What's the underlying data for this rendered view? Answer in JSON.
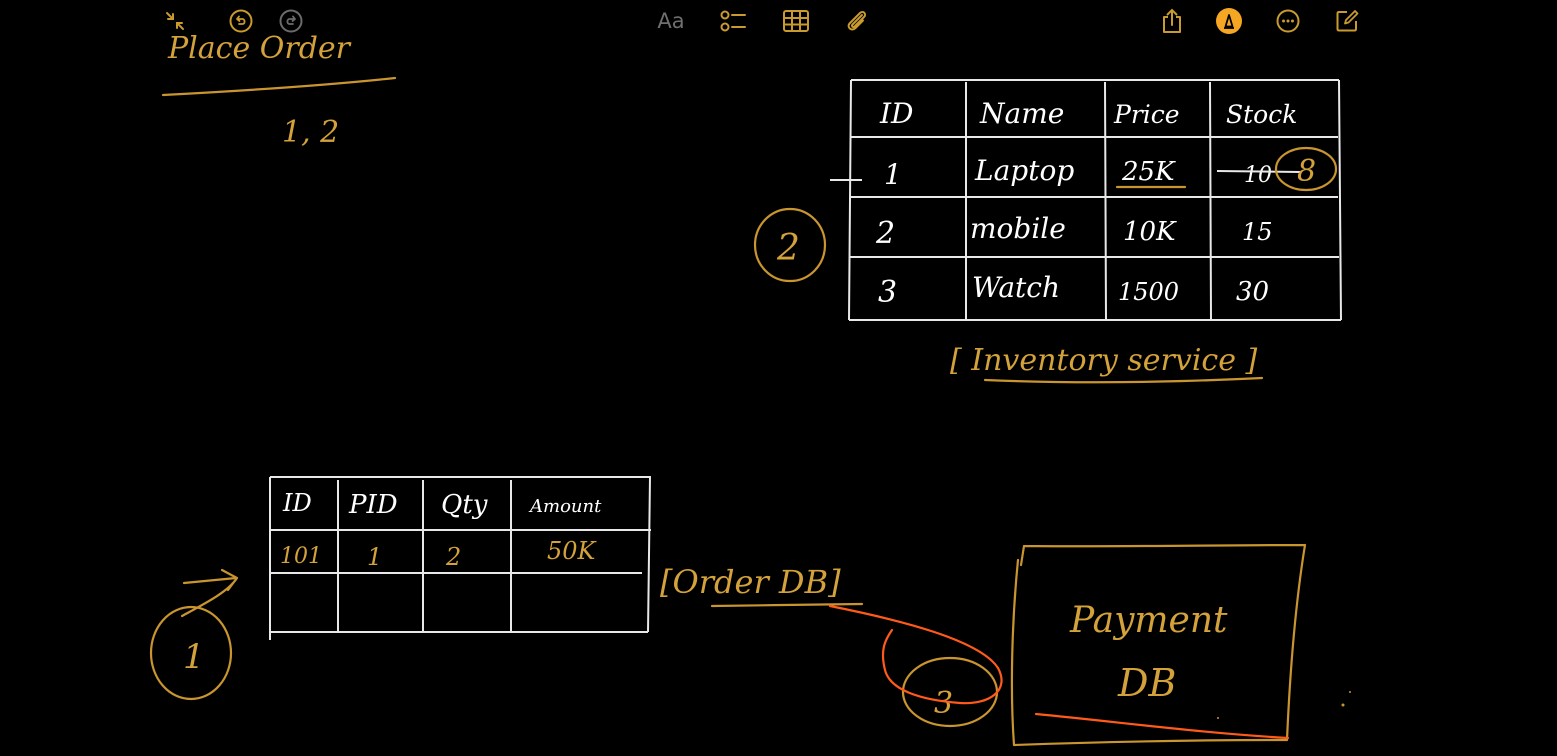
{
  "toolbar": {
    "format_label": "Aa",
    "accent_color": "#f5a623",
    "icon_color": "#c99a2e",
    "left_icons": [
      "collapse-icon",
      "undo-icon",
      "redo-icon"
    ],
    "center_icons": [
      "format-icon",
      "checklist-icon",
      "table-icon",
      "attachment-icon"
    ],
    "right_icons": [
      "share-icon",
      "markup-pen-icon",
      "more-icon",
      "compose-icon"
    ]
  },
  "note": {
    "top_left_heading": "Place Order",
    "top_left_values": "1, 2",
    "inventory_table": {
      "headers": [
        "ID",
        "Name",
        "Price",
        "Stock"
      ],
      "rows": [
        [
          "1",
          "Laptop",
          "25K",
          "10"
        ],
        [
          "2",
          "mobile",
          "10K",
          "15"
        ],
        [
          "3",
          "Watch",
          "1500",
          "30"
        ]
      ],
      "stock_correction": "8",
      "label": "[ Inventory service ]",
      "step_marker": "2"
    },
    "order_table": {
      "headers": [
        "ID",
        "PID",
        "Qty",
        "Amount"
      ],
      "rows": [
        [
          "101",
          "1",
          "2",
          "50K"
        ],
        [
          "",
          "",
          "",
          ""
        ]
      ],
      "label": "[Order DB]",
      "step_marker": "1"
    },
    "payment_box": {
      "line1": "Payment",
      "line2": "DB",
      "step_marker": "3"
    }
  }
}
